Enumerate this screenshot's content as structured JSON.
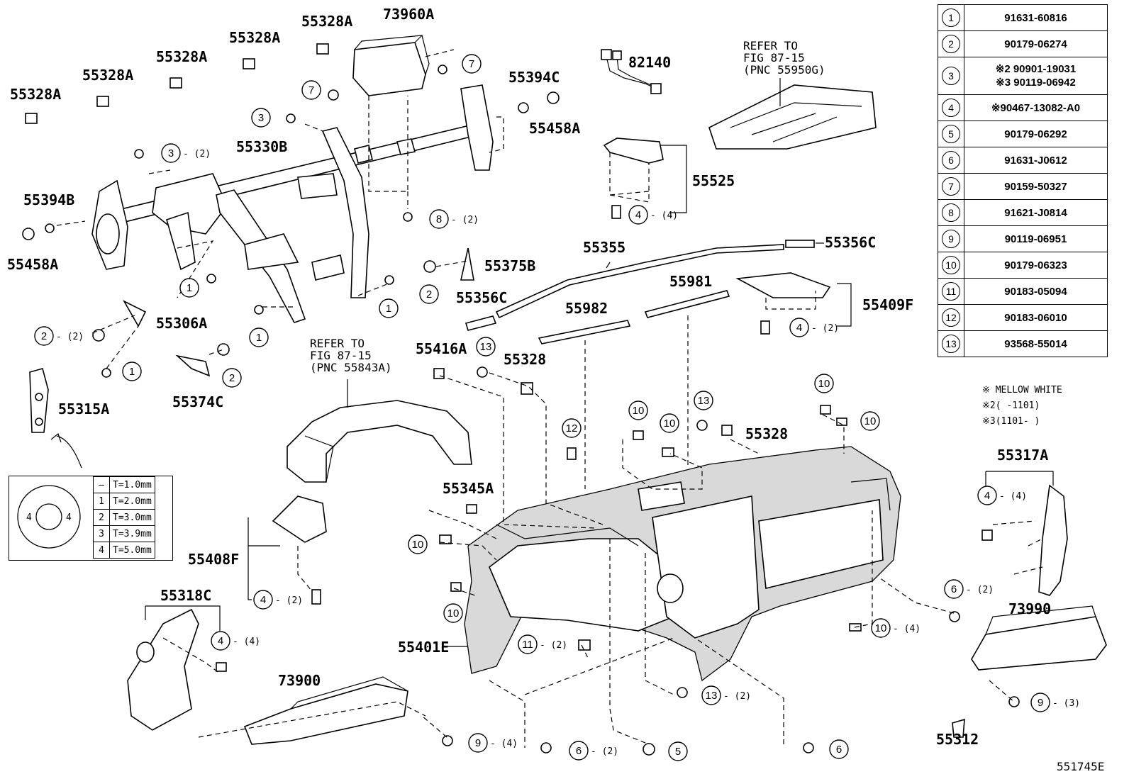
{
  "diagram_code": "551745E",
  "parts_table": [
    {
      "index": "1",
      "parts": [
        "91631-60816"
      ]
    },
    {
      "index": "2",
      "parts": [
        "90179-06274"
      ]
    },
    {
      "index": "3",
      "parts": [
        "※2 90901-19031",
        "※3 90119-06942"
      ]
    },
    {
      "index": "4",
      "parts": [
        "※90467-13082-A0"
      ]
    },
    {
      "index": "5",
      "parts": [
        "90179-06292"
      ]
    },
    {
      "index": "6",
      "parts": [
        "91631-J0612"
      ]
    },
    {
      "index": "7",
      "parts": [
        "90159-50327"
      ]
    },
    {
      "index": "8",
      "parts": [
        "91621-J0814"
      ]
    },
    {
      "index": "9",
      "parts": [
        "90119-06951"
      ]
    },
    {
      "index": "10",
      "parts": [
        "90179-06323"
      ]
    },
    {
      "index": "11",
      "parts": [
        "90183-05094"
      ]
    },
    {
      "index": "12",
      "parts": [
        "90183-06010"
      ]
    },
    {
      "index": "13",
      "parts": [
        "93568-55014"
      ]
    }
  ],
  "notes": [
    "※ MELLOW WHITE",
    "※2(   -1101)",
    "※3(1101-   )"
  ],
  "shim_table": [
    {
      "code": "—",
      "thickness": "T=1.0mm"
    },
    {
      "code": "1",
      "thickness": "T=2.0mm"
    },
    {
      "code": "2",
      "thickness": "T=3.0mm"
    },
    {
      "code": "3",
      "thickness": "T=3.9mm"
    },
    {
      "code": "4",
      "thickness": "T=5.0mm"
    }
  ],
  "shim_marks": [
    "4",
    "4"
  ],
  "part_labels": {
    "p55328A_1": "55328A",
    "p55328A_2": "55328A",
    "p55328A_3": "55328A",
    "p55328A_4": "55328A",
    "p55328A_5": "55328A",
    "p73960A": "73960A",
    "p55394C": "55394C",
    "p55458A_top": "55458A",
    "p55330B": "55330B",
    "p55394B": "55394B",
    "p55458A_left": "55458A",
    "p55306A": "55306A",
    "p55315A": "55315A",
    "p55374C": "55374C",
    "p82140": "82140",
    "p55525": "55525",
    "p55355": "55355",
    "p55356C_r": "55356C",
    "p55375B": "55375B",
    "p55356C_l": "55356C",
    "p55982": "55982",
    "p55981": "55981",
    "p55409F": "55409F",
    "p55416A": "55416A",
    "p55328_a": "55328",
    "p55328_b": "55328",
    "p55317A": "55317A",
    "p55345A": "55345A",
    "p55408F": "55408F",
    "p55318C": "55318C",
    "p55401E": "55401E",
    "p73990": "73990",
    "p73900": "73900",
    "p55312": "55312"
  },
  "refer_notes": [
    {
      "lines": [
        "REFER TO",
        "FIG 87-15",
        "(PNC 55950G)"
      ]
    },
    {
      "lines": [
        "REFER TO",
        "FIG 87-15",
        "(PNC 55843A)"
      ]
    }
  ],
  "callouts": {
    "c7a": {
      "n": "7",
      "q": ""
    },
    "c7b": {
      "n": "7",
      "q": ""
    },
    "c3a": {
      "n": "3",
      "q": ""
    },
    "c3b": {
      "n": "3",
      "q": "(2)"
    },
    "c8": {
      "n": "8",
      "q": "(2)"
    },
    "c4a": {
      "n": "4",
      "q": "(4)"
    },
    "c1a": {
      "n": "1",
      "q": ""
    },
    "c1b": {
      "n": "1",
      "q": ""
    },
    "c1c": {
      "n": "1",
      "q": ""
    },
    "c1d": {
      "n": "1",
      "q": ""
    },
    "c2a": {
      "n": "2",
      "q": "(2)"
    },
    "c2b": {
      "n": "2",
      "q": ""
    },
    "c2c": {
      "n": "2",
      "q": ""
    },
    "c4b": {
      "n": "4",
      "q": "(2)"
    },
    "c13a": {
      "n": "13",
      "q": ""
    },
    "c12": {
      "n": "12",
      "q": ""
    },
    "c10a": {
      "n": "10",
      "q": ""
    },
    "c10b": {
      "n": "10",
      "q": ""
    },
    "c13b": {
      "n": "13",
      "q": ""
    },
    "c10c": {
      "n": "10",
      "q": ""
    },
    "c10d": {
      "n": "10",
      "q": ""
    },
    "c4c": {
      "n": "4",
      "q": "(4)"
    },
    "c10e": {
      "n": "10",
      "q": ""
    },
    "c10f": {
      "n": "10",
      "q": ""
    },
    "c6a": {
      "n": "6",
      "q": "(2)"
    },
    "c10g": {
      "n": "10",
      "q": "(4)"
    },
    "c11": {
      "n": "11",
      "q": "(2)"
    },
    "c4d": {
      "n": "4",
      "q": "(2)"
    },
    "c4e": {
      "n": "4",
      "q": "(4)"
    },
    "c13c": {
      "n": "13",
      "q": "(2)"
    },
    "c9a": {
      "n": "9",
      "q": "(3)"
    },
    "c9b": {
      "n": "9",
      "q": "(4)"
    },
    "c6b": {
      "n": "6",
      "q": "(2)"
    },
    "c5": {
      "n": "5",
      "q": ""
    },
    "c6c": {
      "n": "6",
      "q": ""
    }
  }
}
